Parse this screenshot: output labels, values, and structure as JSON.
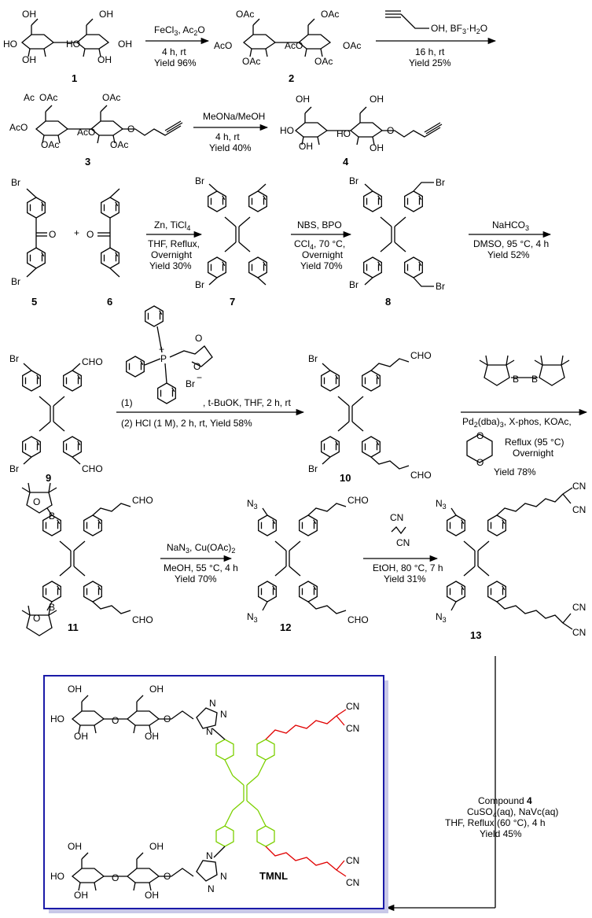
{
  "compounds": {
    "c1": "1",
    "c2": "2",
    "c3": "3",
    "c4": "4",
    "c5": "5",
    "c6": "6",
    "c7": "7",
    "c8": "8",
    "c9": "9",
    "c10": "10",
    "c11": "11",
    "c12": "12",
    "c13": "13",
    "tmnl": "TMNL"
  },
  "atoms": {
    "oh": "OH",
    "ho": "HO",
    "o": "O",
    "oac": "OAc",
    "aco": "AcO",
    "ac": "Ac",
    "br": "Br",
    "cho": "CHO",
    "cn": "CN",
    "b": "B",
    "p": "P",
    "plus": "+",
    "bminus": "Br",
    "minus": "−",
    "n": "N",
    "n3": "N",
    "n3sub": "3",
    "nn": "N",
    "lbl_n1": "N",
    "plus_sign": "+"
  },
  "steps": {
    "s1": {
      "l1": "FeCl",
      "l1sub": "3",
      "l1b": ", Ac",
      "l1sub2": "2",
      "l1c": "O",
      "l2": "4 h, rt",
      "l3": "Yield 96%"
    },
    "s2": {
      "l1": "OH, BF",
      "l1sub": "3",
      "l1b": "·H",
      "l1sub2": "2",
      "l1c": "O",
      "l2": "16 h, rt",
      "l3": "Yield 25%"
    },
    "s3": {
      "l1": "MeONa/MeOH",
      "l2": "4 h, rt",
      "l3": "Yield 40%"
    },
    "s4": {
      "l1": "Zn, TiCl",
      "l1sub": "4",
      "l2": "THF, Reflux,",
      "l3": "Overnight",
      "l4": "Yield 30%"
    },
    "s5": {
      "l1": "NBS, BPO",
      "l2": "CCl",
      "l2sub": "4",
      "l2b": ", 70 °C,",
      "l3": "Overnight",
      "l4": "Yield 70%"
    },
    "s6": {
      "l1": "NaHCO",
      "l1sub": "3",
      "l2": "DMSO, 95 °C, 4 h",
      "l3": "Yield 52%"
    },
    "s7": {
      "l1": "(1)",
      "l1b": ", t-BuOK, THF, 2 h, rt",
      "l2": "(2) HCl (1 M), 2 h, rt, Yield 58%"
    },
    "s8": {
      "l1": "Pd",
      "l1sub": "2",
      "l1b": "(dba)",
      "l1sub2": "3",
      "l1c": ", X-phos, KOAc,",
      "l2": "Reflux (95 °C)",
      "l3": "Overnight",
      "l4": "Yield 78%"
    },
    "s9": {
      "l1": "NaN",
      "l1sub": "3",
      "l1b": ", Cu(OAc)",
      "l1sub2": "2",
      "l2": "MeOH, 55 °C, 4 h",
      "l3": "Yield 70%"
    },
    "s10": {
      "l1": "EtOH, 80 °C, 7 h",
      "l2": "Yield 31%"
    },
    "s11": {
      "l1": "Compound ",
      "l1b": "4",
      "l2": "CuSO",
      "l2sub": "4",
      "l2b": "(aq), NaVc(aq)",
      "l3": "THF, Reflux (60 °C), 4 h",
      "l4": "Yield 45%"
    }
  },
  "colors": {
    "highlight_red": "#e00000",
    "highlight_green": "#7cd000",
    "frame_blue": "#1a1aa8",
    "frame_shadow": "#c8c8e8"
  }
}
